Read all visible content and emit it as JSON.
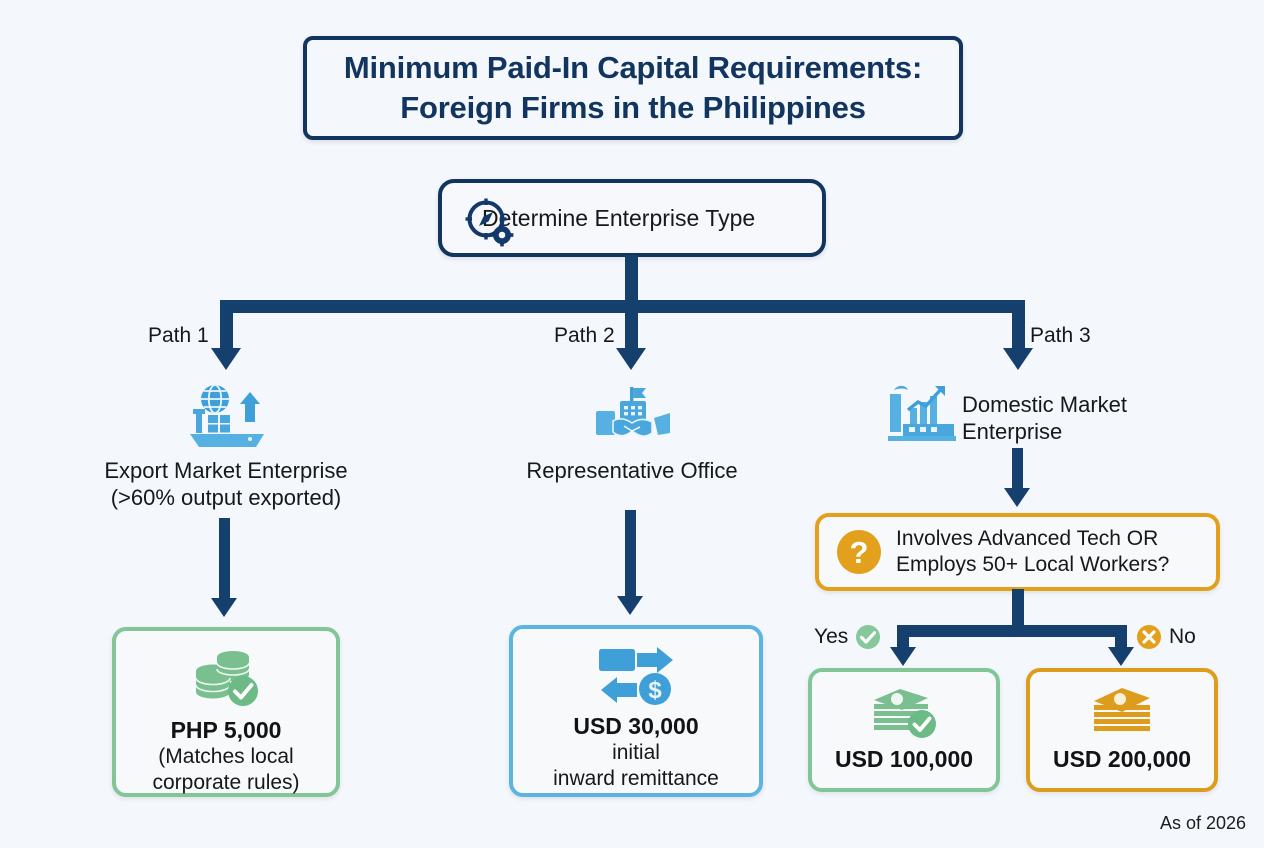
{
  "meta": {
    "background_color": "#f4f7fb",
    "navy": "#15406e",
    "orange": "#e3a01b",
    "green": "#82c596",
    "blue": "#5cb4e0",
    "icon_blue": "#4aa3dc"
  },
  "title": {
    "line1": "Minimum Paid-In Capital Requirements:",
    "line2": "Foreign Firms in the Philippines"
  },
  "start_node": {
    "label": "Determine Enterprise Type",
    "icon": "compass-gear-icon"
  },
  "paths": [
    {
      "id": "path1",
      "label": "Path 1",
      "icon": "cargo-ship-export-icon",
      "caption_line1": "Export Market Enterprise",
      "caption_line2": "(>60% output exported)"
    },
    {
      "id": "path2",
      "label": "Path 2",
      "icon": "office-handshake-icon",
      "caption_line1": "Representative Office",
      "caption_line2": ""
    },
    {
      "id": "path3",
      "label": "Path 3",
      "icon": "factory-growth-icon",
      "caption_line1": "Domestic Market",
      "caption_line2": "Enterprise"
    }
  ],
  "decision": {
    "icon": "question-mark-icon",
    "line1": "Involves Advanced Tech OR",
    "line2": "Employs 50+ Local Workers?",
    "yes_label": "Yes",
    "yes_icon": "check-circle-icon",
    "no_label": "No",
    "no_icon": "x-circle-icon"
  },
  "results": {
    "php": {
      "icon": "coins-check-icon",
      "amount": "PHP 5,000",
      "sub_line1": "(Matches local",
      "sub_line2": "corporate rules)"
    },
    "usd30": {
      "icon": "money-transfer-icon",
      "amount": "USD 30,000",
      "sub_line1": "initial",
      "sub_line2": "inward remittance"
    },
    "usd100": {
      "icon": "cash-stack-check-icon",
      "amount": "USD 100,000"
    },
    "usd200": {
      "icon": "cash-stack-icon",
      "amount": "USD 200,000"
    }
  },
  "footer": {
    "text": "As of 2026"
  }
}
